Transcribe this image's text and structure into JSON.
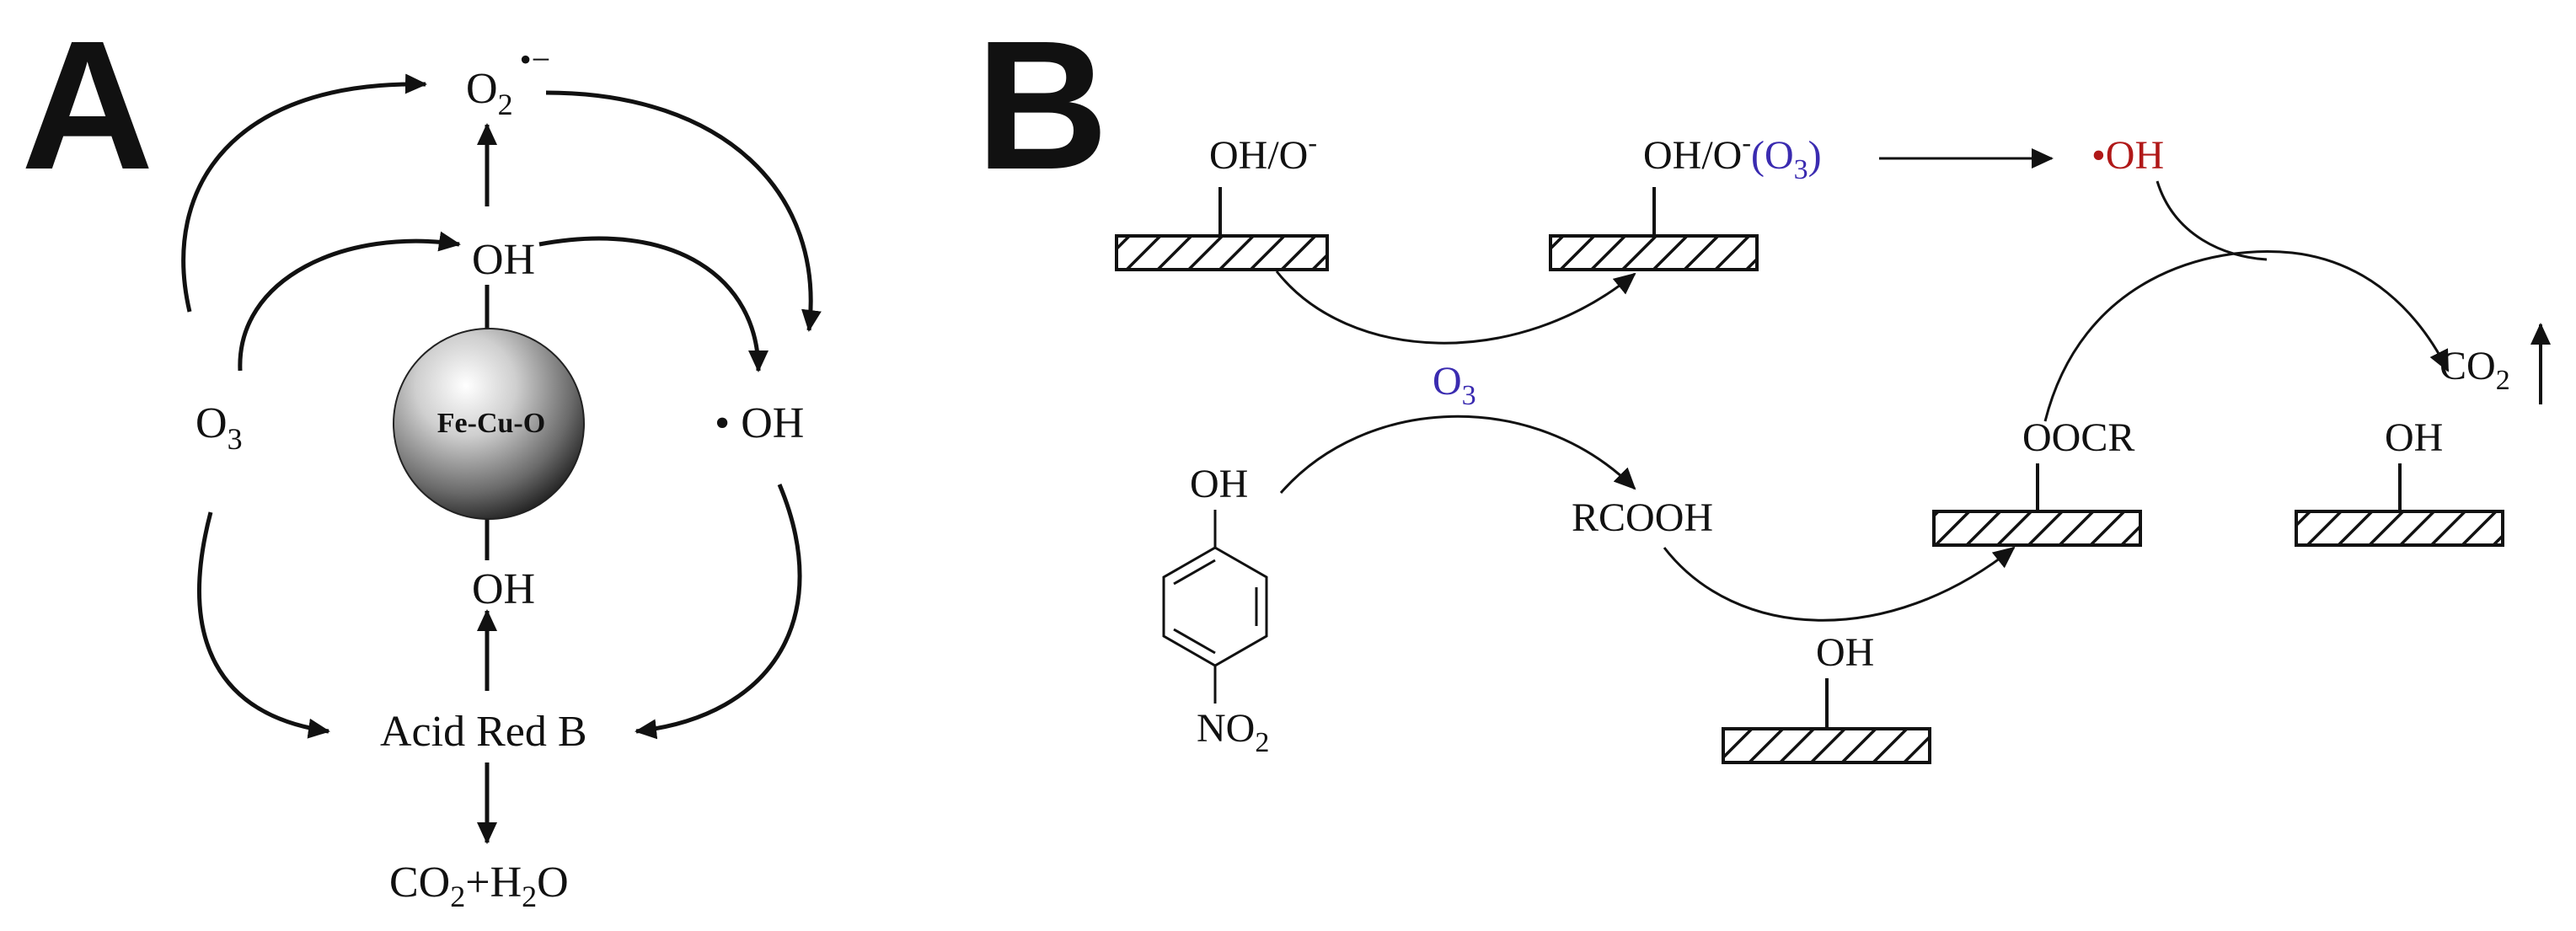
{
  "panel_a": {
    "label": "A",
    "o2": "O",
    "o2_sub": "2",
    "o2_sup": "•−",
    "oh_top": "OH",
    "particle": "Fe-Cu-O",
    "o3": "O",
    "o3_sub": "3",
    "radical_oh": "• OH",
    "oh_bottom": "OH",
    "acid_red": "Acid Red B",
    "co2": "CO",
    "co2_sub": "2",
    "plus_h": "+H",
    "h2o_sub": "2",
    "o_end": "O"
  },
  "panel_b": {
    "label": "B",
    "surface1": "OH/O",
    "surface1_sup": "-",
    "surface2": "OH/O",
    "surface2_sup": "-",
    "o3_paren_open": "(O",
    "o3_paren_sub": "3",
    "o3_paren_close": ")",
    "radical_oh": "•OH",
    "o3_mid": "O",
    "o3_mid_sub": "3",
    "phenol_oh": "OH",
    "nitro": "NO",
    "nitro_sub": "2",
    "rcooh": "RCOOH",
    "oh_bottom": "OH",
    "oocr": "OOCR",
    "oh_right": "OH",
    "co2_out": "CO",
    "co2_out_sub": "2"
  },
  "colors": {
    "ink": "#111111",
    "o3_blue": "#3a2bb0",
    "radical_red": "#b01818"
  }
}
